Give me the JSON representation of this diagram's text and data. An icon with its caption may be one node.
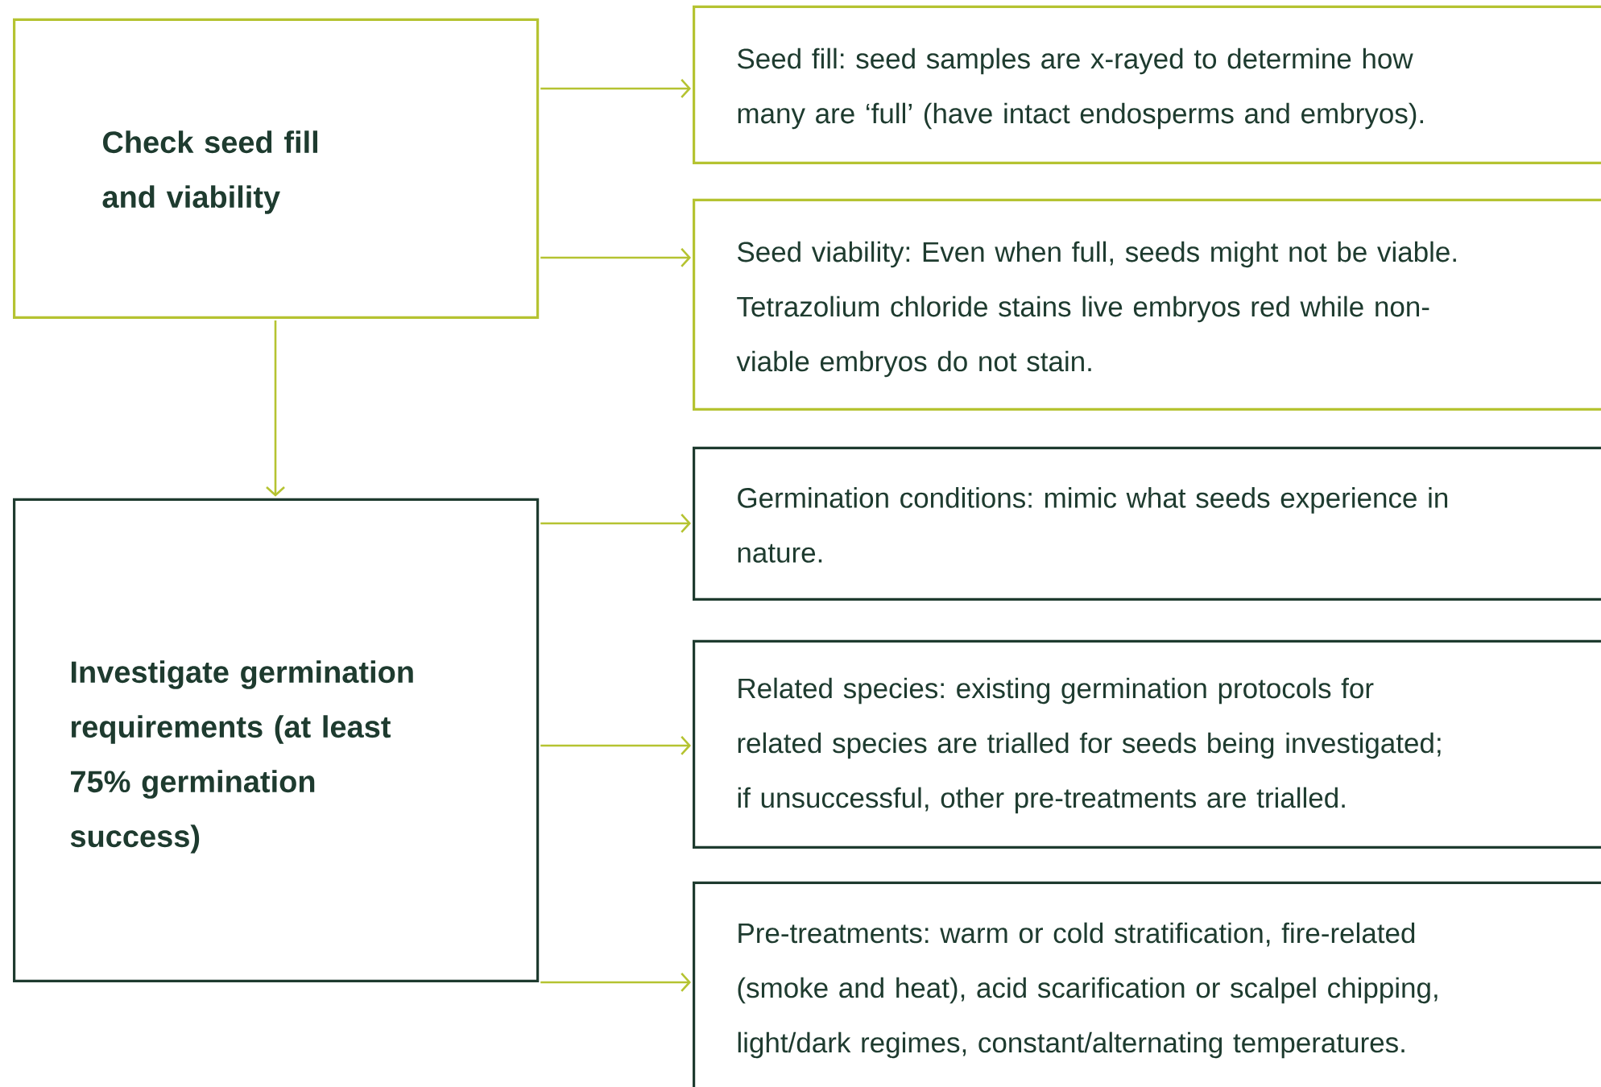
{
  "diagram": {
    "nodes": [
      {
        "text": [
          "Check seed fill and viability"
        ]
      },
      {
        "text": [
          "Seed fill: seed samples are x-rayed to determine how many are ‘full’ (have intact endosperms and embryos)."
        ]
      },
      {
        "text": [
          "Seed viability: Even when full, seeds might not be viable. Tetrazolium chloride stains live embryos red while non-viable embryos do not stain."
        ]
      },
      {
        "text": [
          "Investigate germination requirements (at least 75% germination success)"
        ]
      },
      {
        "text": [
          "Germination conditions: mimic what seeds experience in nature."
        ]
      },
      {
        "text": [
          "Related species: existing germination protocols for related species are trialled for seeds being investigated; if unsuccessful, other pre-treatments are trialled."
        ]
      },
      {
        "text": [
          "Pre-treatments: warm or cold stratification, fire-related (smoke and heat), acid scarification or scalpel chipping, light/dark regimes, constant/alternating temperatures."
        ]
      }
    ],
    "edges": [
      {
        "from": 0,
        "to": 1,
        "arrow": "to"
      },
      {
        "from": 0,
        "to": 2,
        "arrow": "to"
      },
      {
        "from": 0,
        "to": 3,
        "arrow": "to"
      },
      {
        "from": 3,
        "to": 4,
        "arrow": "to"
      },
      {
        "from": 3,
        "to": 5,
        "arrow": "to"
      },
      {
        "from": 3,
        "to": 6,
        "arrow": "to"
      }
    ]
  }
}
